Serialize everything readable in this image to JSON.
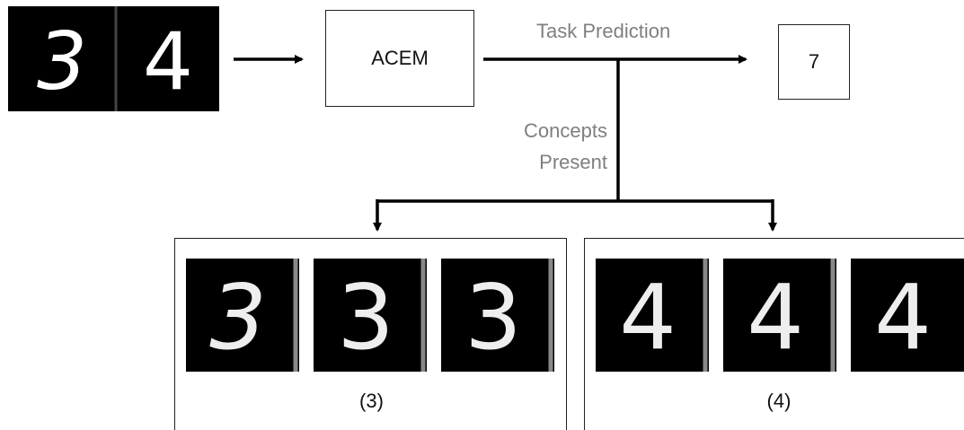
{
  "input": {
    "digits": [
      "3",
      "4"
    ]
  },
  "model": {
    "label": "ACEM"
  },
  "task_prediction": {
    "label": "Task Prediction",
    "value": "7"
  },
  "concepts_present": {
    "line1": "Concepts",
    "line2": "Present"
  },
  "concepts": [
    {
      "label": "(3)",
      "examples": [
        "3",
        "3",
        "3"
      ]
    },
    {
      "label": "(4)",
      "examples": [
        "4",
        "4",
        "4"
      ]
    }
  ]
}
